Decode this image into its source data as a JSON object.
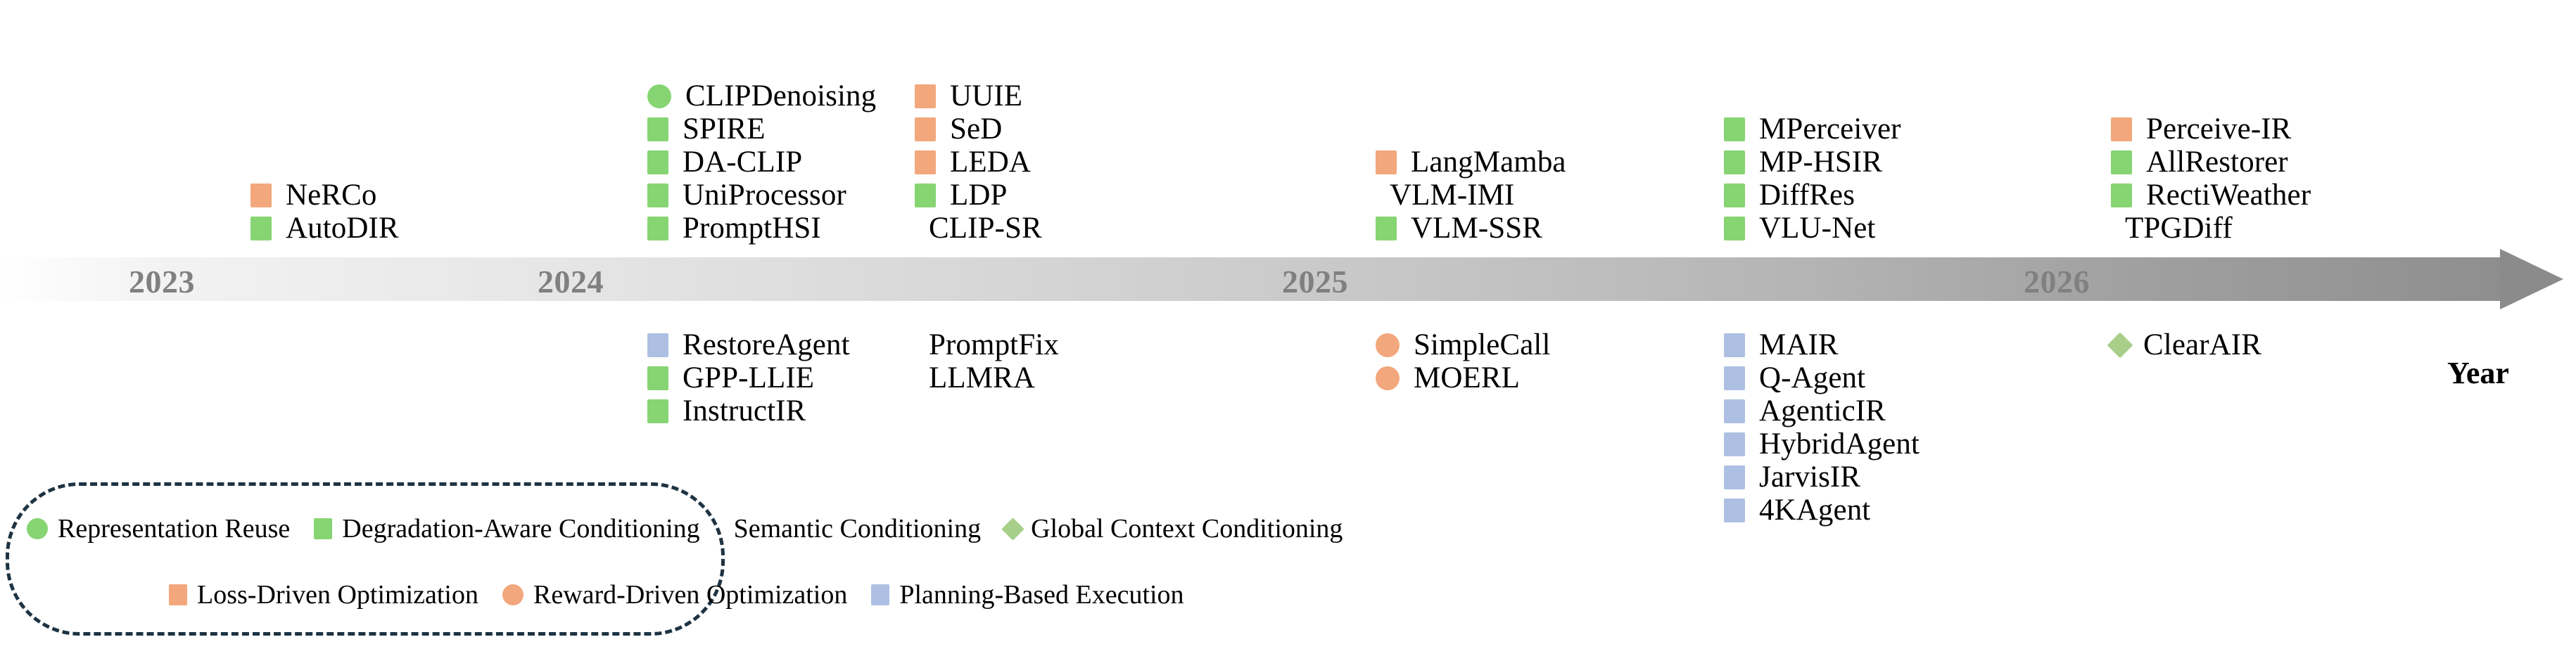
{
  "colors": {
    "green": "#86d472",
    "orange": "#f2a77c",
    "blue": "#adc0e3",
    "diamond_green": "#a8cf8a",
    "legend_border": "#1e3342",
    "year_text": "#808080"
  },
  "axis": {
    "title": "Year",
    "years": [
      "2023",
      "2024",
      "2025",
      "2026"
    ]
  },
  "columns": {
    "above": [
      {
        "name": "col-2023",
        "items": [
          {
            "label": "NeRCo",
            "shape": "square",
            "color": "orange"
          },
          {
            "label": "AutoDIR",
            "shape": "square",
            "color": "green"
          }
        ]
      },
      {
        "name": "col-2024-a",
        "items": [
          {
            "label": "CLIPDenoising",
            "shape": "circle",
            "color": "green"
          },
          {
            "label": "SPIRE",
            "shape": "square",
            "color": "green"
          },
          {
            "label": "DA-CLIP",
            "shape": "square",
            "color": "green"
          },
          {
            "label": "UniProcessor",
            "shape": "square",
            "color": "green"
          },
          {
            "label": "PromptHSI",
            "shape": "square",
            "color": "green"
          }
        ]
      },
      {
        "name": "col-2024-b",
        "items": [
          {
            "label": "UUIE",
            "shape": "square",
            "color": "orange"
          },
          {
            "label": "SeD",
            "shape": "square",
            "color": "orange"
          },
          {
            "label": "LEDA",
            "shape": "square",
            "color": "orange"
          },
          {
            "label": "LDP",
            "shape": "square",
            "color": "green"
          },
          {
            "label": "CLIP-SR",
            "shape": "triangle",
            "color": "green"
          }
        ]
      },
      {
        "name": "col-2025-a",
        "items": [
          {
            "label": "LangMamba",
            "shape": "square",
            "color": "orange"
          },
          {
            "label": "VLM-IMI",
            "shape": "triangle",
            "color": "green"
          },
          {
            "label": "VLM-SSR",
            "shape": "square",
            "color": "green"
          }
        ]
      },
      {
        "name": "col-2025-b",
        "items": [
          {
            "label": "MPerceiver",
            "shape": "square",
            "color": "green"
          },
          {
            "label": "MP-HSIR",
            "shape": "square",
            "color": "green"
          },
          {
            "label": "DiffRes",
            "shape": "square",
            "color": "green"
          },
          {
            "label": "VLU-Net",
            "shape": "square",
            "color": "green"
          }
        ]
      },
      {
        "name": "col-2026",
        "items": [
          {
            "label": "Perceive-IR",
            "shape": "square",
            "color": "orange"
          },
          {
            "label": "AllRestorer",
            "shape": "square",
            "color": "green"
          },
          {
            "label": "RectiWeather",
            "shape": "square",
            "color": "green"
          },
          {
            "label": "TPGDiff",
            "shape": "triangle",
            "color": "green"
          }
        ]
      }
    ],
    "below": [
      {
        "name": "col-below-2024-a",
        "items": [
          {
            "label": "RestoreAgent",
            "shape": "square",
            "color": "blue"
          },
          {
            "label": "GPP-LLIE",
            "shape": "square",
            "color": "green"
          },
          {
            "label": "InstructIR",
            "shape": "square",
            "color": "green"
          }
        ]
      },
      {
        "name": "col-below-2024-b",
        "items": [
          {
            "label": "PromptFix",
            "shape": "triangle",
            "color": "green"
          },
          {
            "label": "LLMRA",
            "shape": "triangle",
            "color": "green"
          }
        ]
      },
      {
        "name": "col-below-2025-a",
        "items": [
          {
            "label": "SimpleCall",
            "shape": "circle",
            "color": "orange"
          },
          {
            "label": "MOERL",
            "shape": "circle",
            "color": "orange"
          }
        ]
      },
      {
        "name": "col-below-2025-b",
        "items": [
          {
            "label": "MAIR",
            "shape": "square",
            "color": "blue"
          },
          {
            "label": "Q-Agent",
            "shape": "square",
            "color": "blue"
          },
          {
            "label": "AgenticIR",
            "shape": "square",
            "color": "blue"
          },
          {
            "label": "HybridAgent",
            "shape": "square",
            "color": "blue"
          },
          {
            "label": "JarvisIR",
            "shape": "square",
            "color": "blue"
          },
          {
            "label": "4KAgent",
            "shape": "square",
            "color": "blue"
          }
        ]
      },
      {
        "name": "col-below-2026",
        "items": [
          {
            "label": "ClearAIR",
            "shape": "diamond",
            "color": "diamond_green"
          }
        ]
      }
    ]
  },
  "legend": {
    "row1": [
      {
        "label": "Representation Reuse",
        "shape": "circle",
        "color": "green"
      },
      {
        "label": "Degradation-Aware Conditioning",
        "shape": "square",
        "color": "green"
      },
      {
        "label": "Semantic Conditioning",
        "shape": "triangle",
        "color": "green"
      },
      {
        "label": "Global Context Conditioning",
        "shape": "diamond",
        "color": "diamond_green"
      }
    ],
    "row2": [
      {
        "label": "Loss-Driven Optimization",
        "shape": "square",
        "color": "orange"
      },
      {
        "label": "Reward-Driven Optimization",
        "shape": "circle",
        "color": "orange"
      },
      {
        "label": "Planning-Based Execution",
        "shape": "square",
        "color": "blue"
      }
    ]
  }
}
